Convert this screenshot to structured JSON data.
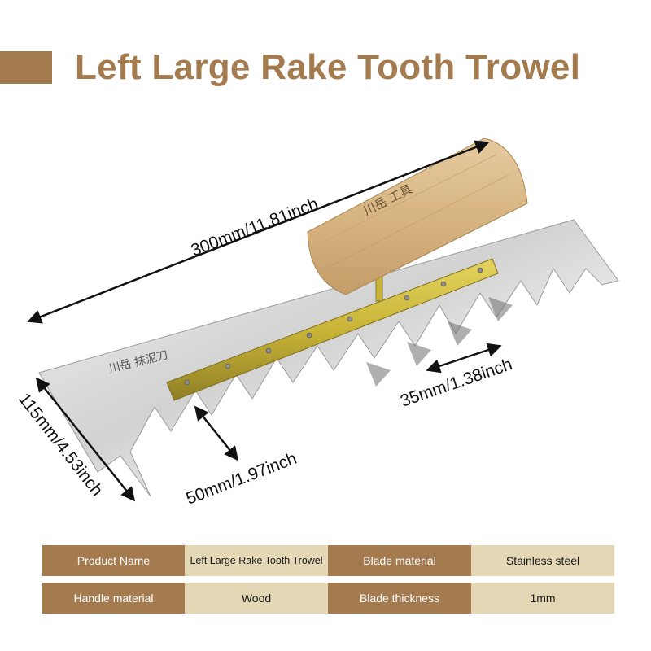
{
  "title": "Left Large Rake Tooth Trowel",
  "colors": {
    "accent": "#a47a4f",
    "value_bg": "#e3d7b6",
    "handle_wood": "#d9b98a",
    "blade_steel": "#dcdcdc",
    "handle_bar": "#c9b437"
  },
  "dimensions": {
    "length": "300mm/11.81inch",
    "height": "115mm/4.53inch",
    "tooth_gap": "35mm/1.38inch",
    "tooth_depth": "50mm/1.97inch"
  },
  "handle_stamp": "川岳 工具",
  "blade_stamp": "川岳 抹泥刀",
  "specs": [
    [
      {
        "label": "Product Name",
        "value": "Left Large Rake Tooth Trowel"
      },
      {
        "label": "Blade material",
        "value": "Stainless steel"
      }
    ],
    [
      {
        "label": "Handle material",
        "value": "Wood"
      },
      {
        "label": "Blade thickness",
        "value": "1mm"
      }
    ]
  ]
}
